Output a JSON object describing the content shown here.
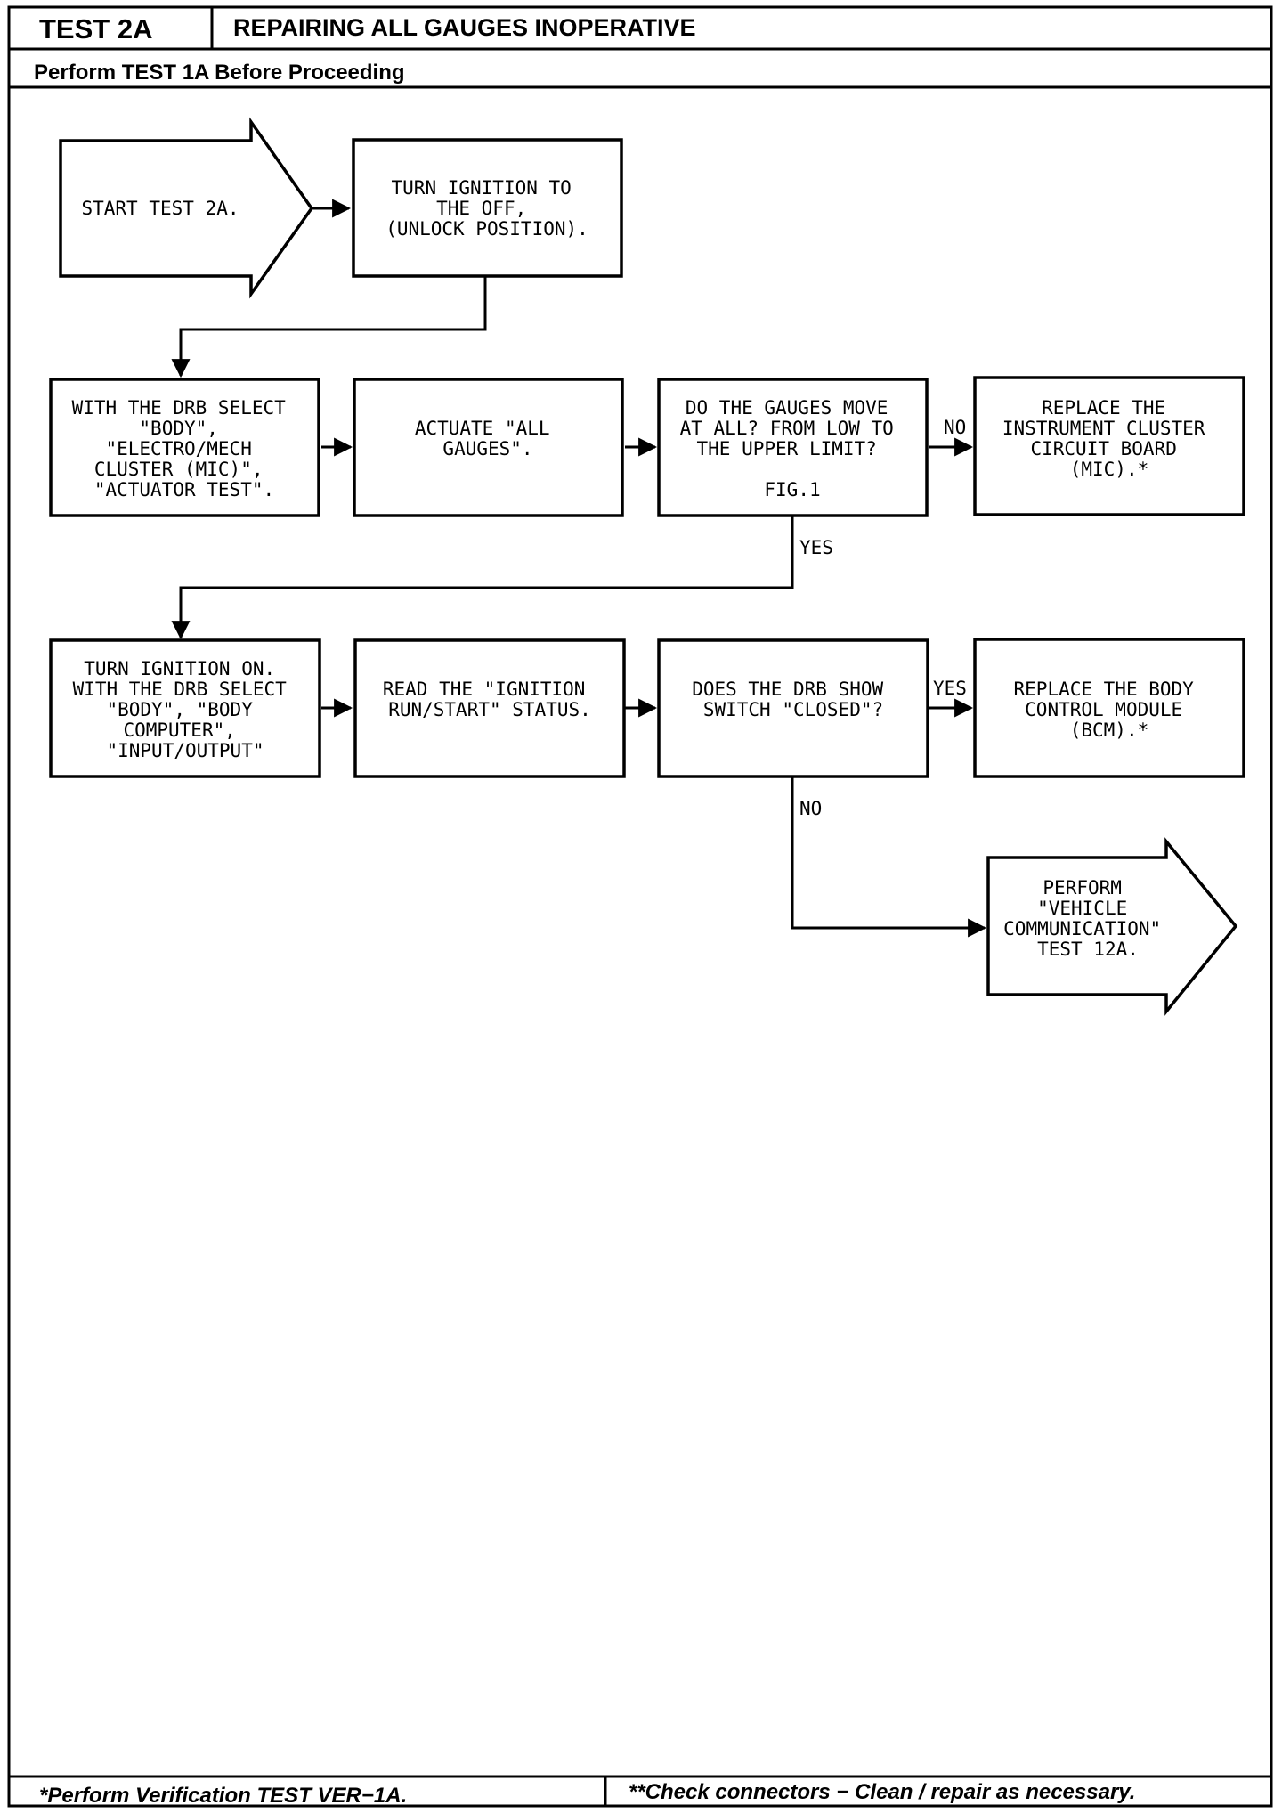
{
  "header": {
    "test_id": "TEST 2A",
    "title": "REPAIRING ALL GAUGES INOPERATIVE",
    "prerequisite": "Perform TEST 1A Before Proceeding"
  },
  "nodes": {
    "start": [
      "START TEST 2A."
    ],
    "turn_ignition_off": [
      "TURN IGNITION TO",
      "THE OFF,",
      "(UNLOCK POSITION)."
    ],
    "drb_select_mic": [
      "WITH THE DRB SELECT",
      "\"BODY\",",
      "\"ELECTRO/MECH",
      "CLUSTER (MIC)\",",
      "\"ACTUATOR TEST\"."
    ],
    "actuate_all_gauges": [
      "ACTUATE \"ALL",
      "GAUGES\"."
    ],
    "gauges_move_question": [
      "DO THE GAUGES MOVE",
      "AT ALL? FROM LOW TO",
      "THE UPPER LIMIT?",
      "",
      "FIG.1"
    ],
    "replace_cluster_board": [
      "REPLACE THE",
      "INSTRUMENT CLUSTER",
      "CIRCUIT BOARD",
      "(MIC).*"
    ],
    "turn_ignition_on": [
      "TURN IGNITION ON.",
      "WITH THE DRB SELECT",
      "\"BODY\", \"BODY",
      "COMPUTER\",",
      "\"INPUT/OUTPUT\""
    ],
    "read_ignition_status": [
      "READ THE \"IGNITION",
      "RUN/START\" STATUS."
    ],
    "drb_switch_closed_question": [
      "DOES THE DRB SHOW",
      "SWITCH \"CLOSED\"?"
    ],
    "replace_bcm": [
      "REPLACE THE BODY",
      "CONTROL MODULE",
      "(BCM).*"
    ],
    "perform_comm_test": [
      "PERFORM",
      "\"VEHICLE",
      "COMMUNICATION\"",
      "TEST 12A."
    ]
  },
  "edges": {
    "no_1": "NO",
    "yes_1": "YES",
    "yes_2": "YES",
    "no_2": "NO"
  },
  "footer": {
    "left": "*Perform Verification TEST VER−1A.",
    "right": "**Check connectors − Clean / repair as necessary."
  }
}
